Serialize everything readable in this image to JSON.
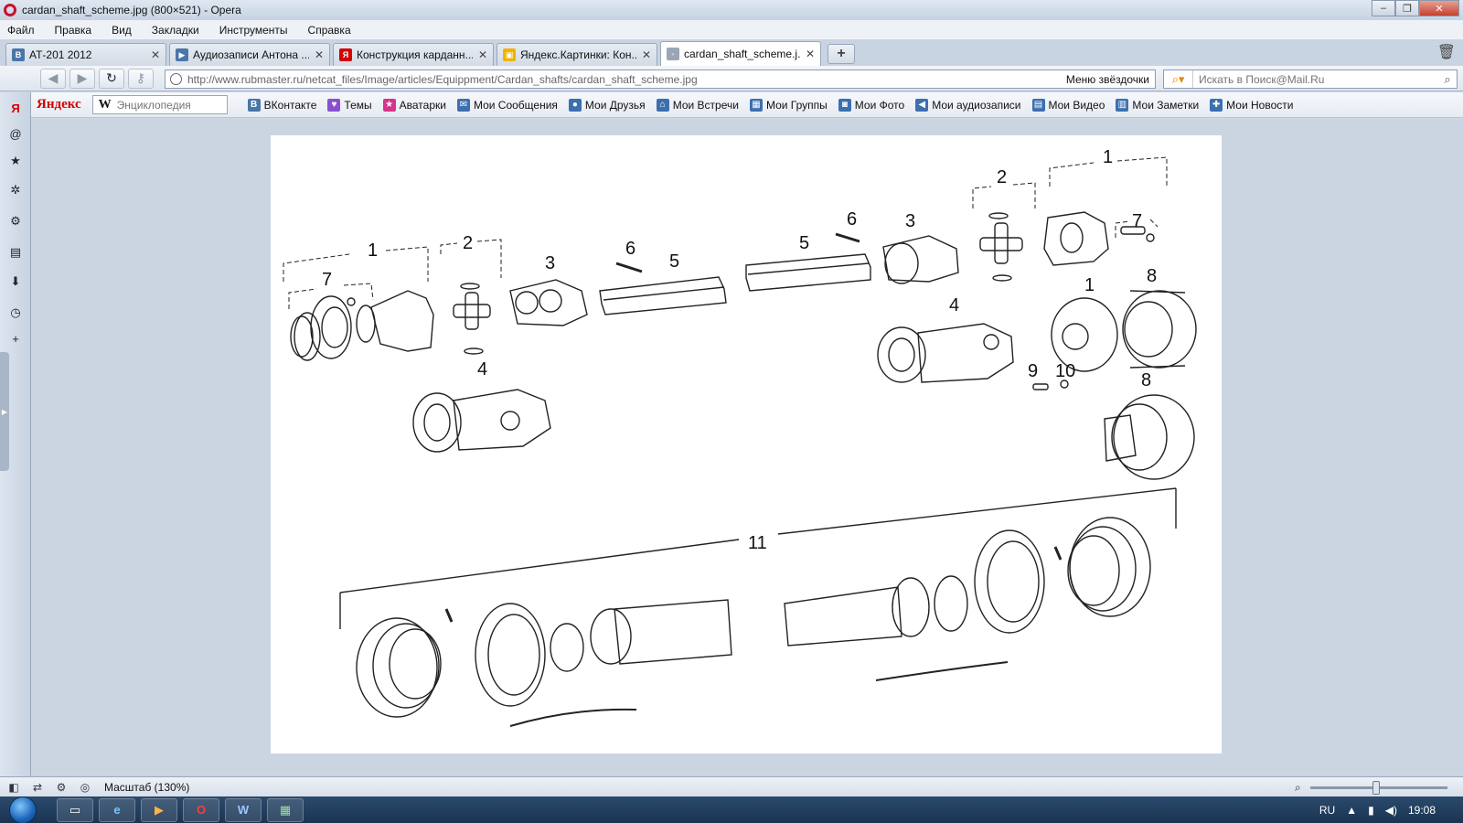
{
  "window": {
    "title": "cardan_shaft_scheme.jpg (800×521) - Opera"
  },
  "menu": [
    "Файл",
    "Правка",
    "Вид",
    "Закладки",
    "Инструменты",
    "Справка"
  ],
  "tabs": [
    {
      "label": "АТ-201 2012",
      "icon": "vk-icon",
      "color": "#4a76a8",
      "glyph": "В"
    },
    {
      "label": "Аудиозаписи Антона ...",
      "icon": "play-icon",
      "color": "#4a76a8",
      "glyph": "▶"
    },
    {
      "label": "Конструкция карданн...",
      "icon": "yandex-icon",
      "color": "#d40000",
      "glyph": "Я"
    },
    {
      "label": "Яндекс.Картинки: Кон...",
      "icon": "yandex-images-icon",
      "color": "#f0b400",
      "glyph": "▣"
    },
    {
      "label": "cardan_shaft_scheme.j...",
      "icon": "image-icon",
      "color": "#9aa6b6",
      "glyph": "◦",
      "active": true
    }
  ],
  "address": {
    "url": "http://www.rubmaster.ru/netcat_files/Image/articles/Equippment/Cardan_shafts/cardan_shaft_scheme.jpg",
    "speed_dial": "Меню звёздочки",
    "search_placeholder": "Искать в Поиск@Mail.Ru"
  },
  "bookmarks": {
    "yandex": "Яндекс",
    "wiki_placeholder": "Энциклопедия",
    "items": [
      {
        "label": "ВКонтакте",
        "icon": "vk-icon",
        "color": "#4a76a8",
        "glyph": "В"
      },
      {
        "label": "Темы",
        "icon": "heart-icon",
        "color": "#8a4fd0",
        "glyph": "♥"
      },
      {
        "label": "Аватарки",
        "icon": "star-icon",
        "color": "#d6338a",
        "glyph": "★"
      },
      {
        "label": "Мои Сообщения",
        "icon": "mail-icon",
        "color": "#3c6fb0",
        "glyph": "✉"
      },
      {
        "label": "Мои Друзья",
        "icon": "user-icon",
        "color": "#3c6fb0",
        "glyph": "●"
      },
      {
        "label": "Мои Встречи",
        "icon": "house-icon",
        "color": "#3c6fb0",
        "glyph": "⌂"
      },
      {
        "label": "Мои Группы",
        "icon": "group-icon",
        "color": "#3c6fb0",
        "glyph": "▦"
      },
      {
        "label": "Мои Фото",
        "icon": "camera-icon",
        "color": "#3c6fb0",
        "glyph": "◙"
      },
      {
        "label": "Мои аудиозаписи",
        "icon": "speaker-icon",
        "color": "#3c6fb0",
        "glyph": "◀"
      },
      {
        "label": "Мои Видео",
        "icon": "video-icon",
        "color": "#3c6fb0",
        "glyph": "▤"
      },
      {
        "label": "Мои Заметки",
        "icon": "notes-icon",
        "color": "#3c6fb0",
        "glyph": "▥"
      },
      {
        "label": "Мои Новости",
        "icon": "plus-icon",
        "color": "#3c6fb0",
        "glyph": "✚"
      }
    ]
  },
  "diagram": {
    "labels": [
      "1",
      "2",
      "3",
      "6",
      "5",
      "5",
      "6",
      "3",
      "2",
      "1",
      "7",
      "7",
      "4",
      "4",
      "1",
      "8",
      "9",
      "10",
      "8",
      "11"
    ]
  },
  "status": {
    "zoom": "Масштаб (130%)"
  },
  "tray": {
    "lang": "RU",
    "time": "19:08"
  }
}
